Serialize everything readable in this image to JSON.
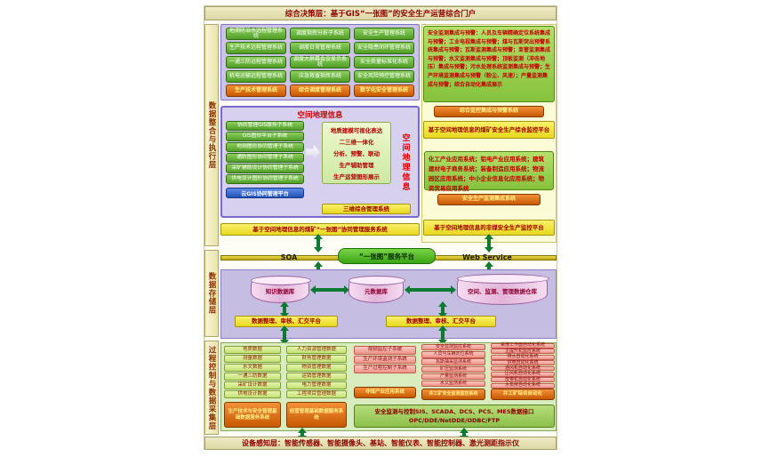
{
  "palette": {
    "layer_bar": "#e9e5bb",
    "green_box": "#57a32c",
    "orange_box": "#cc5f04",
    "yellow_bar": "#ecdc22",
    "lavender_panel": "#cbc4e6",
    "pink_box": "#f0988e",
    "arrow_green": "#0c7a30"
  },
  "top_bar": {
    "label": "综合决策层：基于GIS“一张图”的安全生产运营综合门户"
  },
  "bottom_bar": {
    "label": "设备感知层：智能传感器、智能摄像头、基站、智能仪表、智能控制器、激光测距指示仪"
  },
  "layer_labels": {
    "integration": "数据整合与执行层",
    "storage": "数据存储层",
    "process": "过程控制与数据采集层"
  },
  "integration": {
    "tech": {
      "items": [
        "地测防治水远程管理系统",
        "生产技术远程管理系统",
        "一通三防远程管理系统",
        "机电运输远程管理系统"
      ],
      "summary": "生产技术管理系统"
    },
    "dispatch": {
      "items": [
        "调度指挥分析子系统",
        "调度日常管理系统",
        "调度大屏幕会议显示系统",
        "应急救援指挥系统"
      ],
      "summary": "综合调度管理系统"
    },
    "safety": {
      "items": [
        "安全生产管理系统",
        "安全隐患闭环管理系统",
        "安全质量标准化系统",
        "安全风险预控管理系统"
      ],
      "summary": "数字化安全管理系统"
    },
    "monitor": {
      "text": "安全监测集成与预警：人员及车辆精确定位系统集成与预警；工业电视集成与预警；煤与瓦斯突出预警系统集成与预警；瓦斯监测集成与预警；束管监测集成与预警；水文监测集成与预警；顶板监测（冲击地压）集成与预警；污水处理系统监测集成与预警；生产环境监测集成与预警（粉尘、风速）；产量监测集成与预警；综合自动化集成展示",
      "summary": "综合监控集成与预警系统",
      "platform": "基于空间地理信息的煤矿安全生产综合监控平台"
    },
    "gis": {
      "title": "空间地理信息",
      "left_items": [
        "协同管理GIS服务子系统",
        "GIS图形平台子系统",
        "地测图形协同管理子系统",
        "通防图形协同管理子系统",
        "采矿辅助设计协同管理子系统",
        "供电设计图形协同管理子系统"
      ],
      "cloud": "云GIS协同管理平台",
      "features": [
        "地质建模可视化表达",
        "二三维一体化",
        "分析、预警、联动",
        "生产辅助管理",
        "生产运营图形展示"
      ],
      "side_label": "空间地理信息",
      "viz": "三维综合管理系统",
      "platform": "基于空间地理信息的煤矿“一张图”协同管理服务系统"
    },
    "industry": {
      "text": "化工产业应用系统；铝电产业应用系统；建筑建材电子商务系统；装备制造应用系统；物流园区应用系统；中小企业信息化应用系统；物资贸易应用系统",
      "summary": "安全生产监测集成系统",
      "platform": "基于空间地理信息的非煤安全生产监控平台"
    }
  },
  "bus": {
    "soa": "SOA",
    "center": "“一张图”服务平台",
    "web": "Web Service"
  },
  "storage": {
    "knowledge_db": "知识数据库",
    "meta_db": "元数据库",
    "warehouse": "空间、监测、管理数据仓库",
    "platform_left": "数据整理、审核、汇交平台",
    "platform_right": "数据整理、审核、汇交平台"
  },
  "process": {
    "tech_data": {
      "items": [
        "地质数据",
        "测量数据",
        "水文数据",
        "一通三防数据",
        "采矿设计数据",
        "供电设计数据"
      ],
      "summary": "生产技术与安全管理基础数据服务系统"
    },
    "mgmt_data": {
      "items": [
        "人力资源管理数据",
        "财务管理数据",
        "物资管理数据",
        "运销管理数据",
        "电力管理数据",
        "工程项目管理数据"
      ],
      "summary": "经营管理基础数据服务系统"
    },
    "surface": {
      "items": [
        "视频监控子系统",
        "生产环境监测子系统",
        "生产过程控制子系统"
      ],
      "summary": "非煤产业应用系统"
    },
    "monitoring": {
      "items": [
        "安全监测监控系统",
        "人员与车辆定位系统",
        "瓦斯抽采监测系统",
        "矿压监测系统",
        "产量监测系统",
        "水文监测系统"
      ],
      "summary": "井工矿安全监测监控系统"
    },
    "automation": {
      "items": [
        "采煤工作面自动化系统",
        "主提升机监控系统",
        "排水自动化系统",
        "供电自动化系统",
        "通风机自动化系统",
        "压风机自动化系统",
        "皮带机自动化系统",
        "水泵房自动化系统"
      ],
      "summary": "井工矿综合自动化"
    },
    "interface": {
      "line1": "安全监测与控制SIS、SCADA、DCS、PCS、MES数据接口",
      "line2": "OPC/DDE/NetDDE/ODBC/FTP"
    }
  }
}
